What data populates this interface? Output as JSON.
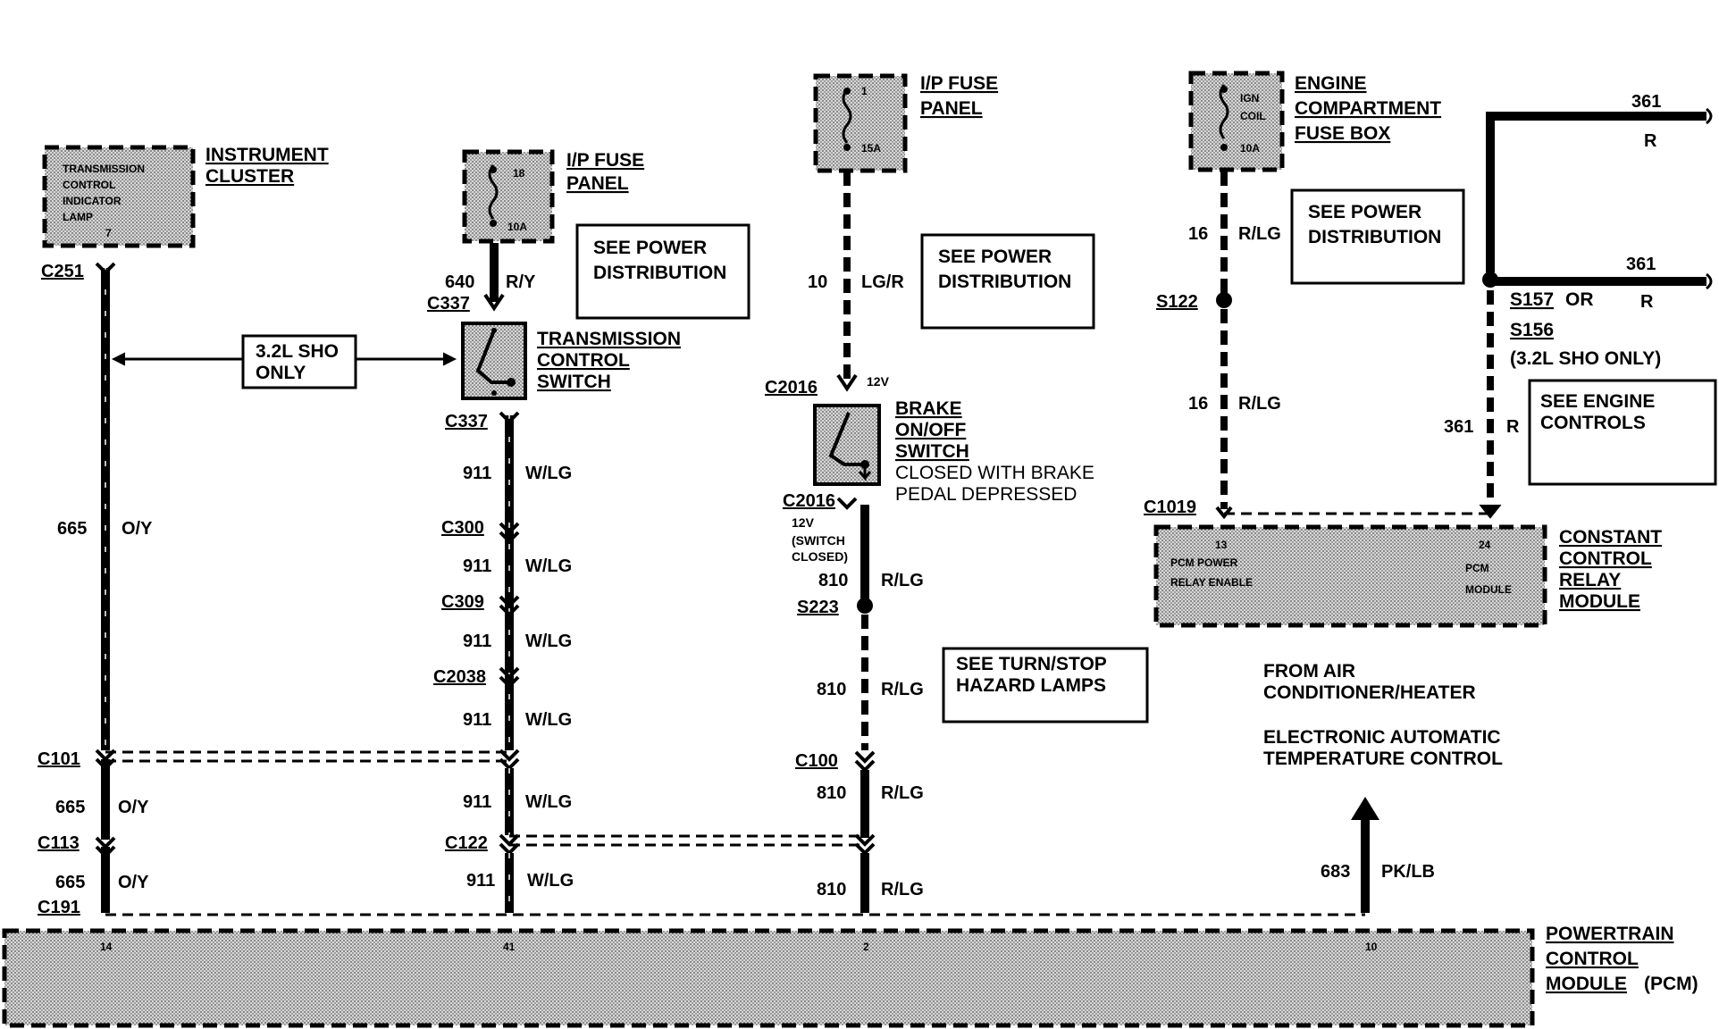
{
  "components": {
    "instrument_cluster": {
      "name_line1": "INSTRUMENT",
      "name_line2": "CLUSTER",
      "inner1": "TRANSMISSION",
      "inner2": "CONTROL",
      "inner3": "INDICATOR",
      "inner4": "LAMP",
      "pin": "7"
    },
    "ip_fuse_left": {
      "name_line1": "I/P FUSE",
      "name_line2": "PANEL",
      "fuse_num": "18",
      "fuse_amp": "10A"
    },
    "ip_fuse_mid": {
      "name_line1": "I/P FUSE",
      "name_line2": "PANEL",
      "fuse_num": "1",
      "fuse_amp": "15A"
    },
    "engine_fuse_box": {
      "name_line1": "ENGINE",
      "name_line2": "COMPARTMENT",
      "name_line3": "FUSE BOX",
      "fuse_num1": "IGN",
      "fuse_num2": "COIL",
      "fuse_amp": "10A"
    },
    "trans_switch": {
      "name_line1": "TRANSMISSION",
      "name_line2": "CONTROL",
      "name_line3": "SWITCH"
    },
    "brake_switch": {
      "name_line1": "BRAKE",
      "name_line2": "ON/OFF",
      "name_line3": "SWITCH",
      "note1": "CLOSED WITH BRAKE",
      "note2": "PEDAL DEPRESSED"
    },
    "relay_module": {
      "name_line1": "CONSTANT",
      "name_line2": "CONTROL",
      "name_line3": "RELAY",
      "name_line4": "MODULE",
      "pin13": "13",
      "pin13_line1": "PCM POWER",
      "pin13_line2": "RELAY ENABLE",
      "pin24": "24",
      "pin24_line1": "PCM",
      "pin24_line2": "MODULE"
    },
    "pcm": {
      "name_line1": "POWERTRAIN",
      "name_line2": "CONTROL",
      "name_line3": "MODULE",
      "suffix": "(PCM)",
      "pin14": "14",
      "pin41": "41",
      "pin2": "2",
      "pin10": "10"
    }
  },
  "notes": {
    "see_power_1a": "SEE POWER",
    "see_power_1b": "DISTRIBUTION",
    "see_power_2a": "SEE POWER",
    "see_power_2b": "DISTRIBUTION",
    "see_power_3a": "SEE POWER",
    "see_power_3b": "DISTRIBUTION",
    "sho_a": "3.2L SHO",
    "sho_b": "ONLY",
    "turn_a": "SEE TURN/STOP",
    "turn_b": "HAZARD LAMPS",
    "engine_ctrl_a": "SEE ENGINE",
    "engine_ctrl_b": "CONTROLS",
    "from_a": "FROM AIR",
    "from_b": "CONDITIONER/HEATER",
    "from_c": "ELECTRONIC AUTOMATIC",
    "from_d": "TEMPERATURE CONTROL",
    "s157": "S157",
    "or": "OR",
    "s156": "S156",
    "sho_only": "(3.2L SHO ONLY)",
    "v12_a": "12V",
    "v12_b": "12V",
    "switch_closed_a": "(SWITCH",
    "switch_closed_b": "CLOSED)"
  },
  "connectors": {
    "c251": "C251",
    "c337a": "C337",
    "c337b": "C337",
    "c300": "C300",
    "c309": "C309",
    "c2038": "C2038",
    "c2016a": "C2016",
    "c2016b": "C2016",
    "s223": "S223",
    "c100": "C100",
    "c101": "C101",
    "c113": "C113",
    "c191": "C191",
    "c122": "C122",
    "s122": "S122",
    "c1019": "C1019"
  },
  "wires": {
    "w665_1": {
      "circuit": "665",
      "color": "O/Y"
    },
    "w665_2": {
      "circuit": "665",
      "color": "O/Y"
    },
    "w665_3": {
      "circuit": "665",
      "color": "O/Y"
    },
    "w640": {
      "circuit": "640",
      "color": "R/Y"
    },
    "w911_1": {
      "circuit": "911",
      "color": "W/LG"
    },
    "w911_2": {
      "circuit": "911",
      "color": "W/LG"
    },
    "w911_3": {
      "circuit": "911",
      "color": "W/LG"
    },
    "w911_4": {
      "circuit": "911",
      "color": "W/LG"
    },
    "w911_5": {
      "circuit": "911",
      "color": "W/LG"
    },
    "w911_6": {
      "circuit": "911",
      "color": "W/LG"
    },
    "w10": {
      "circuit": "10",
      "color": "LG/R"
    },
    "w810_1": {
      "circuit": "810",
      "color": "R/LG"
    },
    "w810_2": {
      "circuit": "810",
      "color": "R/LG"
    },
    "w810_3": {
      "circuit": "810",
      "color": "R/LG"
    },
    "w810_4": {
      "circuit": "810",
      "color": "R/LG"
    },
    "w16_1": {
      "circuit": "16",
      "color": "R/LG"
    },
    "w16_2": {
      "circuit": "16",
      "color": "R/LG"
    },
    "w361_1": {
      "circuit": "361",
      "color": "R"
    },
    "w361_2": {
      "circuit": "361",
      "color": "R"
    },
    "w361_3": {
      "circuit": "361",
      "color": "R"
    },
    "w683": {
      "circuit": "683",
      "color": "PK/LB"
    }
  }
}
